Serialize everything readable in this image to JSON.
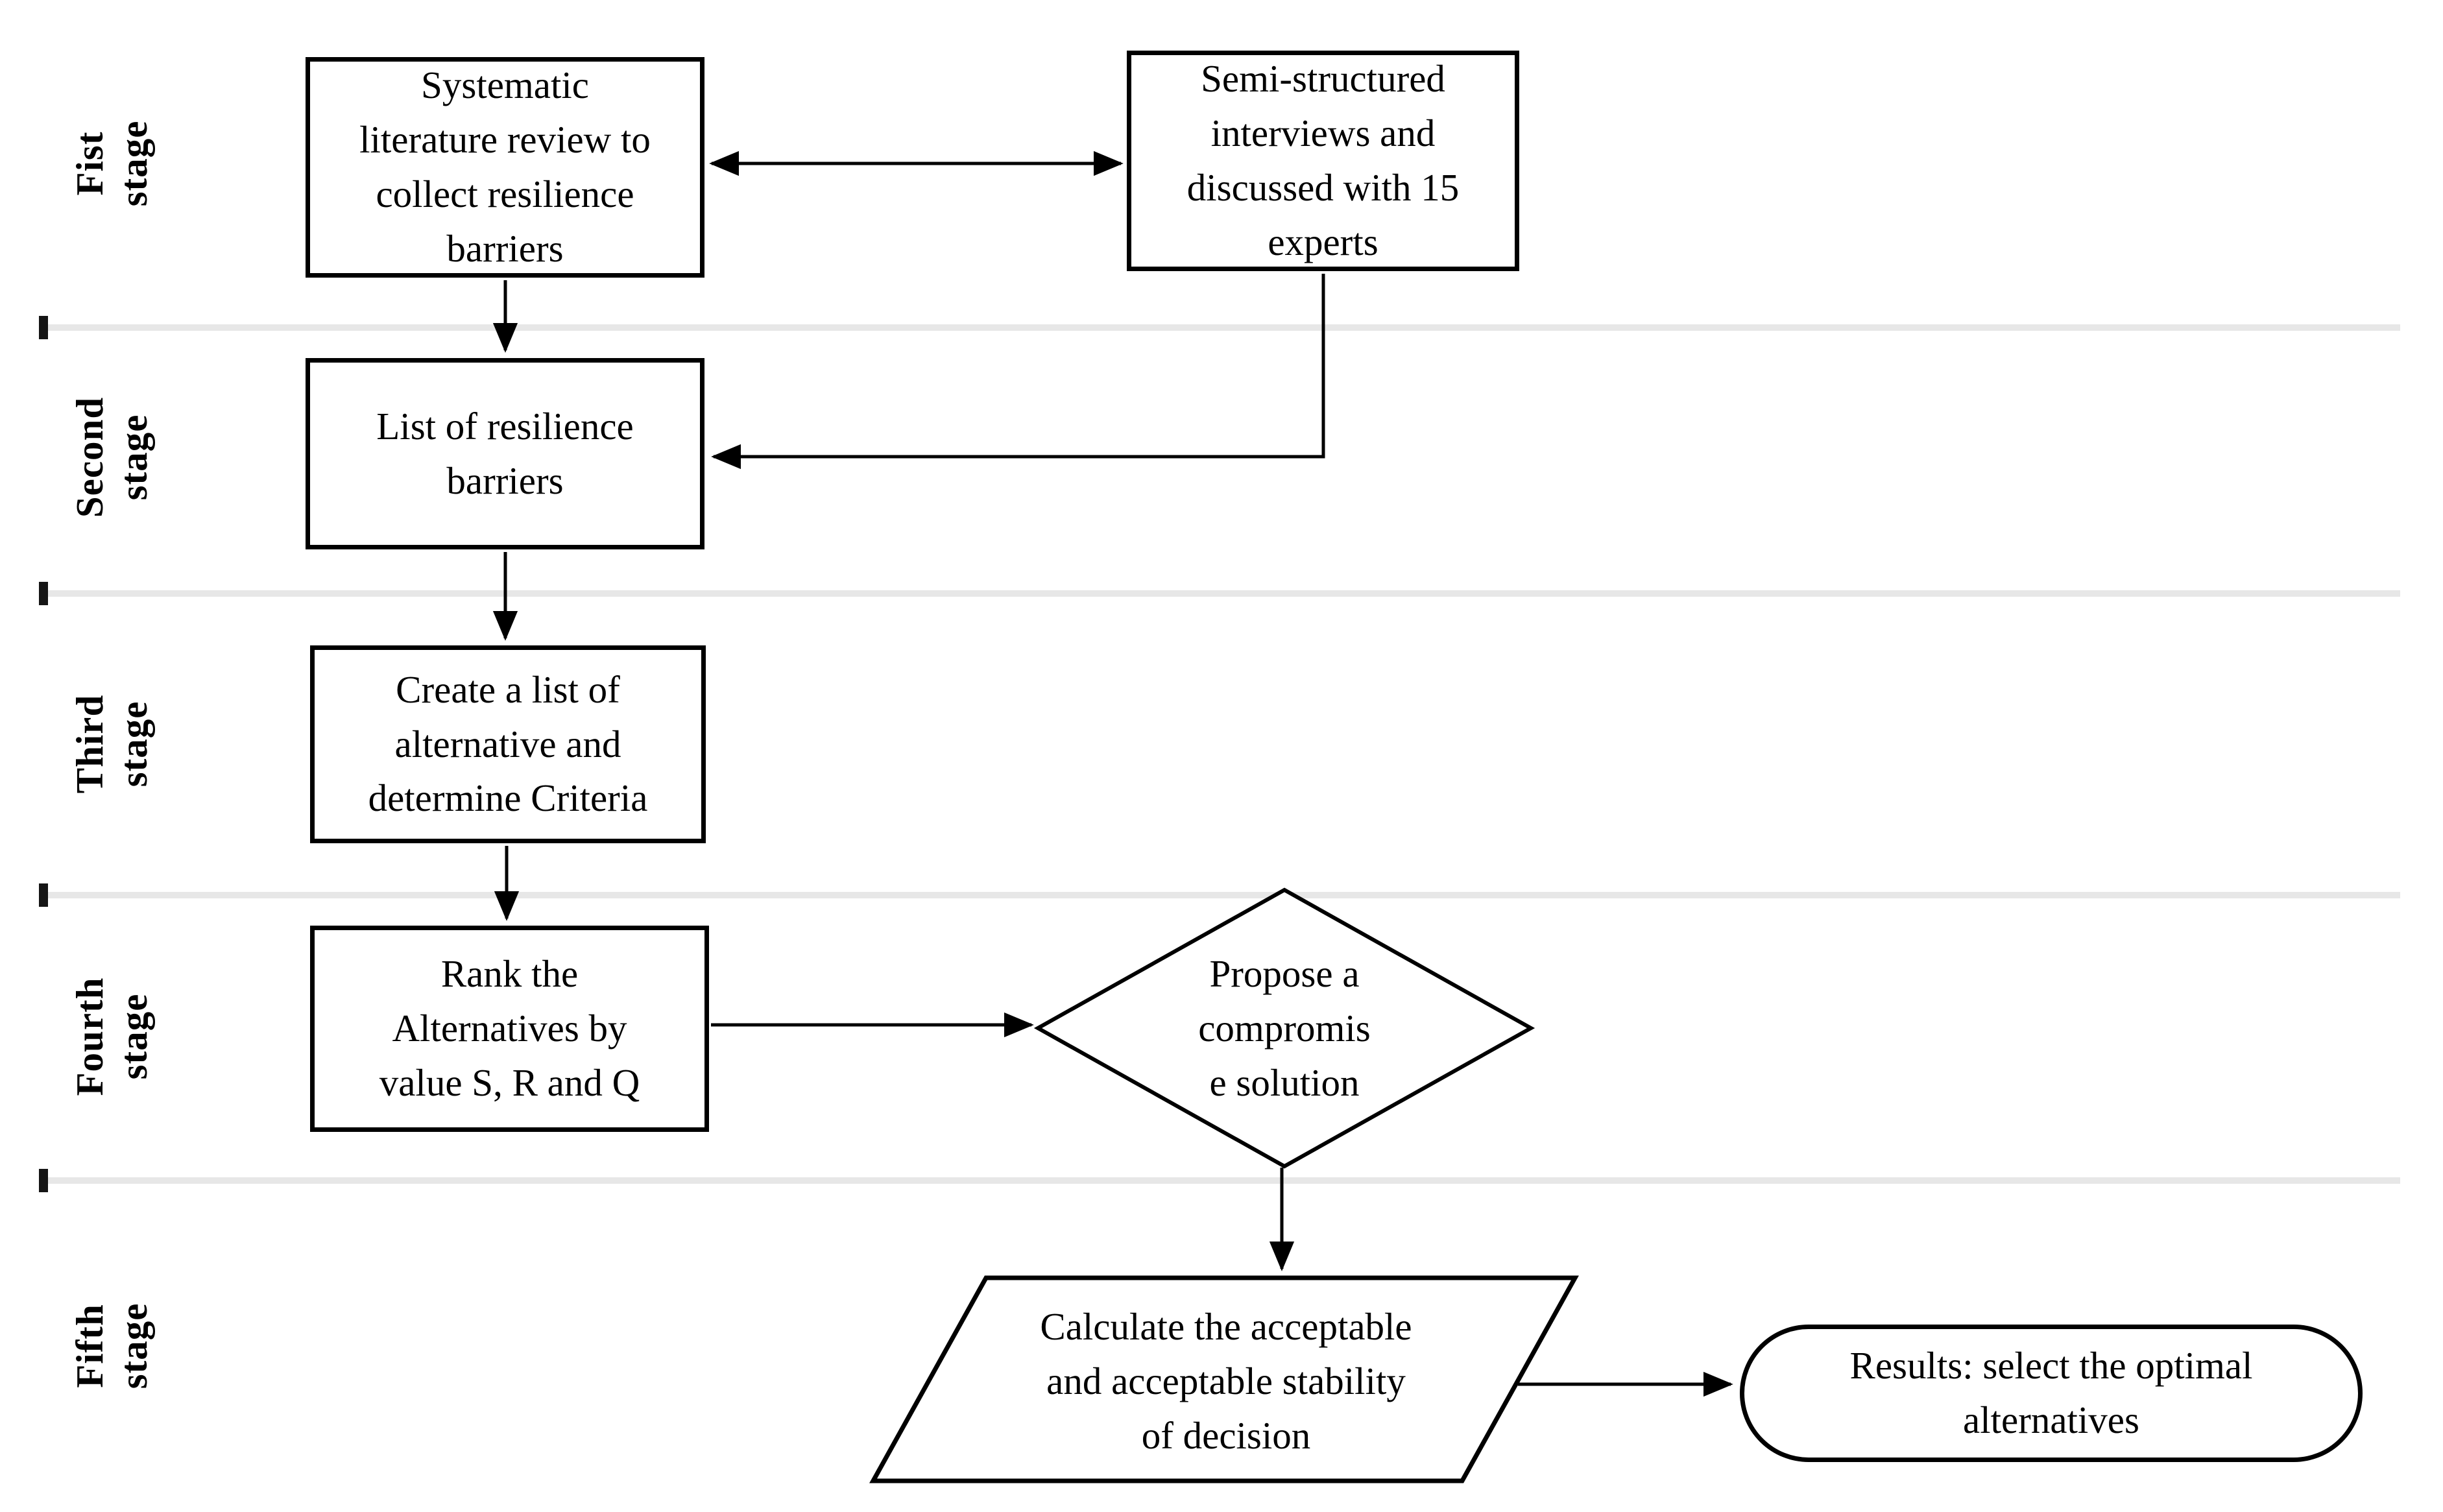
{
  "figure": {
    "stages": [
      {
        "label": "Fist stage"
      },
      {
        "label": "Second stage"
      },
      {
        "label": "Third stage"
      },
      {
        "label": "Fourth stage"
      },
      {
        "label": "Fifth stage"
      }
    ],
    "nodes": {
      "systematic": {
        "shape": "rectangle",
        "lines": [
          "Systematic",
          "literature review to",
          "collect resilience",
          "barriers"
        ]
      },
      "interviews": {
        "shape": "rectangle",
        "lines": [
          "Semi-structured",
          "interviews and",
          "discussed with 15",
          "experts"
        ]
      },
      "list_barriers": {
        "shape": "rectangle",
        "lines": [
          "List of resilience",
          "barriers"
        ]
      },
      "create_list": {
        "shape": "rectangle",
        "lines": [
          "Create a list of",
          "alternative and",
          "determine Criteria"
        ]
      },
      "rank": {
        "shape": "rectangle",
        "lines": [
          "Rank the",
          "Alternatives by",
          "value S, R and Q"
        ]
      },
      "propose": {
        "shape": "diamond",
        "lines": [
          "Propose a",
          "compromis",
          "e solution"
        ]
      },
      "calculate": {
        "shape": "parallelogram",
        "lines": [
          "Calculate the acceptable",
          "and acceptable stability",
          "of decision"
        ]
      },
      "results": {
        "shape": "stadium",
        "lines": [
          "Results: select the optimal",
          "alternatives"
        ]
      }
    },
    "colors": {
      "stroke": "#000000",
      "separator": "#e7e7e7",
      "background": "#ffffff"
    }
  }
}
